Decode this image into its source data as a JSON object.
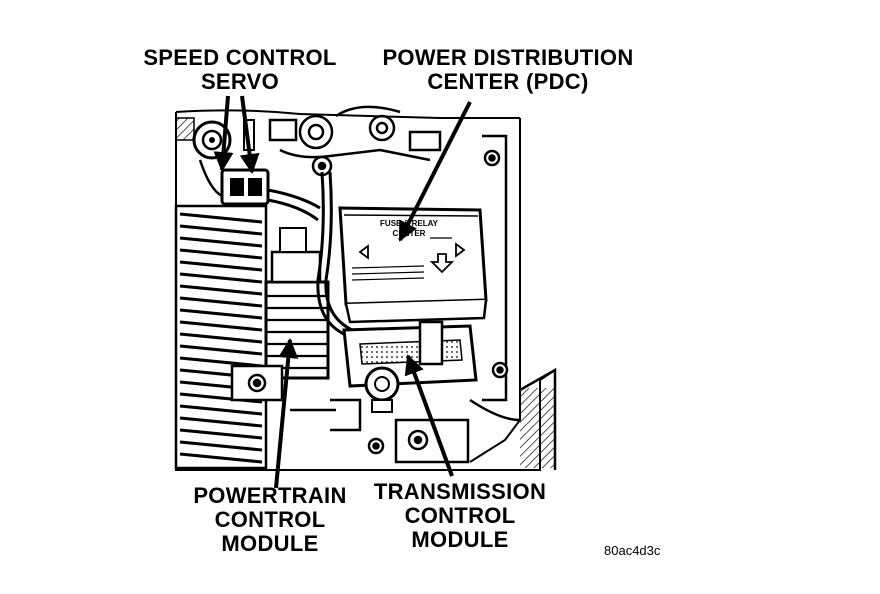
{
  "callouts": {
    "speed_control_servo": [
      "SPEED CONTROL",
      "SERVO"
    ],
    "power_distribution_center": [
      "POWER DISTRIBUTION",
      "CENTER (PDC)"
    ],
    "powertrain_control_module": [
      "POWERTRAIN",
      "CONTROL",
      "MODULE"
    ],
    "transmission_control_module": [
      "TRANSMISSION",
      "CONTROL",
      "MODULE"
    ]
  },
  "pdc_cover_text": {
    "heading_line1": "FUSE & RELAY",
    "heading_line2": "CENTER"
  },
  "figure_code": "80ac4d3c",
  "colors": {
    "ink": "#000000",
    "paper": "#ffffff"
  }
}
